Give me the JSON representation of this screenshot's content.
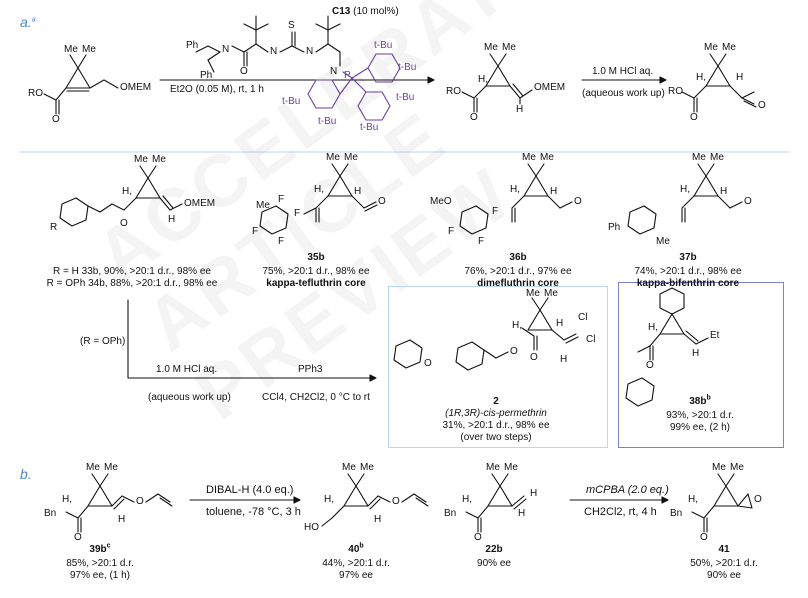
{
  "sections": {
    "a": "a.",
    "a_sup": "a",
    "b": "b."
  },
  "watermark": "ACCELERATED ARTICLE PREVIEW",
  "reaction_a": {
    "catalyst_label": "C13",
    "catalyst_loading": "(10 mol%)",
    "conditions": "Et2O (0.05 M), rt, 1 h",
    "step2_top": "1.0 M HCl aq.",
    "step2_bottom": "(aqueous work up)"
  },
  "atoms": {
    "me": "Me",
    "ro": "RO",
    "o": "O",
    "omem": "OMEM",
    "h": "H",
    "h2": "H,",
    "ph": "Ph",
    "s": "S",
    "n": "N",
    "p": "P",
    "tbu": "t-Bu",
    "f": "F",
    "meo": "MeO",
    "r": "R",
    "cl": "Cl",
    "et": "Et",
    "bn": "Bn",
    "ho": "HO",
    "ome": "O",
    "ho2": "H"
  },
  "compounds": {
    "c33_34_line1": "R = H 33b, 90%, >20:1 d.r., 98% ee",
    "c33_34_line2": "R = OPh 34b, 88%, >20:1 d.r., 98% ee",
    "c35_id": "35b",
    "c35_line1": "75%, >20:1 d.r., 98% ee",
    "c35_line2": "kappa-tefluthrin core",
    "c36_id": "36b",
    "c36_line1": "76%, >20:1 d.r., 97% ee",
    "c36_line2": "dimefluthrin core",
    "c37_id": "37b",
    "c37_line1": "74%, >20:1 d.r., 98% ee",
    "c37_line2": "kappa-bifenthrin core",
    "r_ophlabel": "(R = OPh)",
    "perm_step1_top": "1.0 M HCl aq.",
    "perm_step1_bottom": "(aqueous work up)",
    "perm_step2_top": "PPh3",
    "perm_step2_bottom": "CCl4, CH2Cl2, 0 °C to rt",
    "c2_id": "2",
    "c2_line1": "(1R,3R)-cis-permethrin",
    "c2_line2": "31%, >20:1 d.r., 98% ee",
    "c2_line3": "(over two steps)",
    "c38_id": "38b",
    "c38_sup": "b",
    "c38_line1": "93%, >20:1 d.r.",
    "c38_line2": "99% ee, (2 h)"
  },
  "section_b": {
    "c39_id": "39b",
    "c39_sup": "c",
    "c39_line1": "85%, >20:1 d.r.",
    "c39_line2": "97% ee, (1 h)",
    "dibal_top": "DIBAL-H (4.0 eq.)",
    "dibal_bottom": "toluene, -78 °C, 3 h",
    "c40_id": "40",
    "c40_sup": "b",
    "c40_line1": "44%, >20:1 d.r.",
    "c40_line2": "97% ee",
    "c22_id": "22b",
    "c22_line1": "90% ee",
    "mcpba_top": "mCPBA (2.0 eq.)",
    "mcpba_bottom": "CH2Cl2, rt, 4 h",
    "c41_id": "41",
    "c41_line1": "50%, >20:1 d.r.",
    "c41_line2": "90% ee"
  }
}
